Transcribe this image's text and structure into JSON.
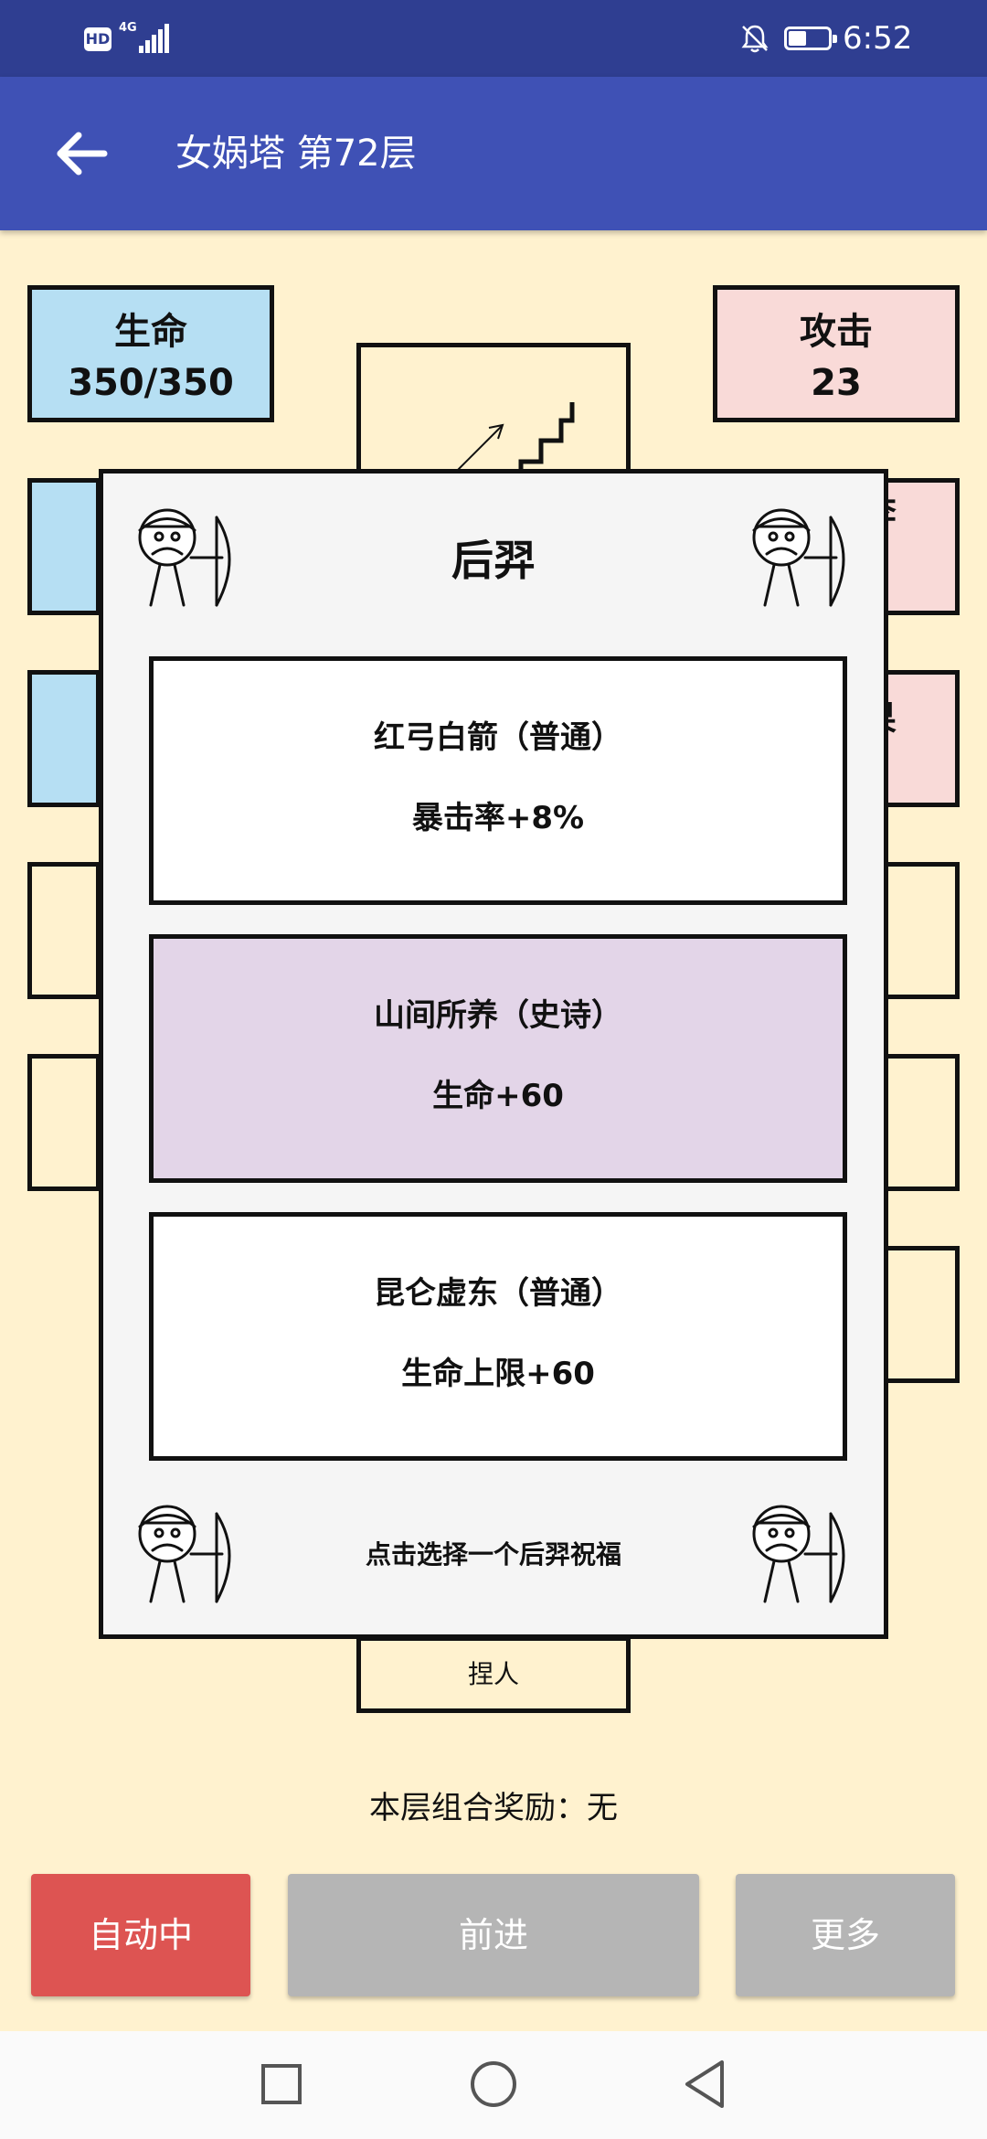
{
  "status_bar": {
    "hd_badge": "HD",
    "network": "4G",
    "time": "6:52",
    "battery_level": 0.45,
    "icons": [
      "signal-icon",
      "bell-off-icon",
      "battery-icon"
    ]
  },
  "app_bar": {
    "title": "女娲塔 第72层",
    "back_icon": "arrow-left-icon"
  },
  "stats": {
    "hp_label": "生命",
    "hp_value": "350/350",
    "atk_label": "攻击",
    "atk_value": "23",
    "partial_right_1": "李",
    "partial_right_2": "果"
  },
  "board": {
    "exit_room_label": "捏人",
    "center_room_icon": "stairs-up-icon"
  },
  "modal": {
    "title": "后羿",
    "decoration_icon": "archer-icon",
    "cards": [
      {
        "name": "红弓白箭（普通）",
        "effect": "暴击率+8%",
        "rarity": "common"
      },
      {
        "name": "山间所养（史诗）",
        "effect": "生命+60",
        "rarity": "epic"
      },
      {
        "name": "昆仑虚东（普通）",
        "effect": "生命上限+60",
        "rarity": "common"
      }
    ],
    "hint": "点击选择一个后羿祝福"
  },
  "footer": {
    "combo_text": "本层组合奖励：无",
    "auto_label": "自动中",
    "forward_label": "前进",
    "more_label": "更多"
  },
  "colors": {
    "status_bar": "#2f3e91",
    "app_bar": "#3f51b5",
    "background": "#fff2cf",
    "hp_tile": "#b6dff3",
    "atk_tile": "#f9dad8",
    "epic_card": "#e3d5e8",
    "auto_button": "#dd5452",
    "disabled_button": "#b5b5b5"
  },
  "nav_bar": {
    "icons": [
      "recents-square-icon",
      "home-circle-icon",
      "back-triangle-icon"
    ]
  }
}
